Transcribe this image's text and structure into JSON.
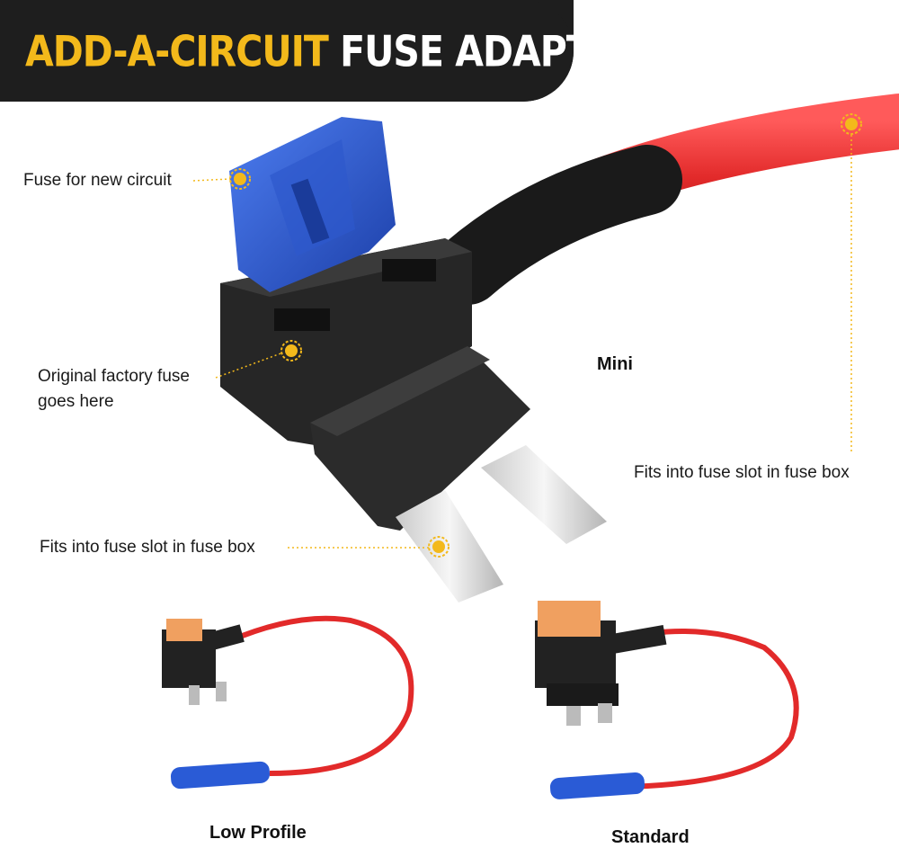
{
  "title": {
    "accent": "ADD-A-CIRCUIT",
    "main": "FUSE ADAPTER"
  },
  "callouts": {
    "new_circuit_fuse": "Fuse for new circuit",
    "factory_fuse_line1": "Original factory fuse",
    "factory_fuse_line2": "goes here",
    "fuse_slot_left": "Fits into fuse slot in fuse box",
    "fuse_slot_right": "Fits into fuse slot in fuse box"
  },
  "variants": {
    "mini": "Mini",
    "low_profile": "Low Profile",
    "standard": "Standard"
  },
  "colors": {
    "accent": "#f3b91b",
    "banner": "#1e1e1e",
    "wire": "#e83030",
    "mini_fuse": "#2a55c8",
    "orange_fuse": "#f0a060",
    "connector": "#2a5bd6"
  }
}
